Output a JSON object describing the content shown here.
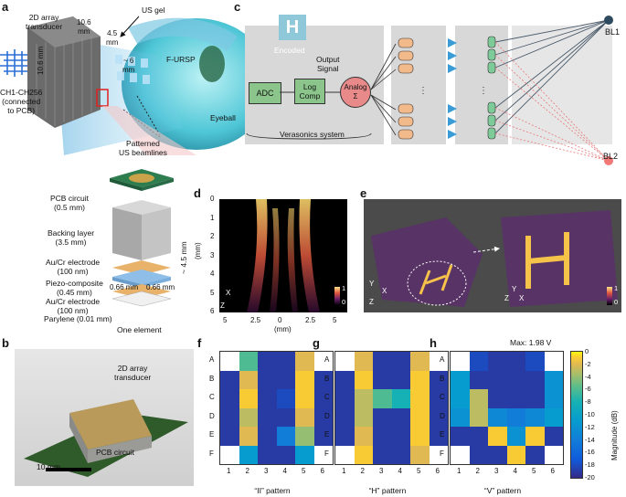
{
  "panels": {
    "a": {
      "letter": "a",
      "labels": {
        "transducer": "2D array\ntransducer",
        "dim1": "10.6\nmm",
        "dim2": "4.5\nmm",
        "dim3": "10.6 mm",
        "usgel": "US gel",
        "furp": "F-URSP",
        "dim4": "~ 6\nmm",
        "channels": "CH1-CH256\n(connected\nto PCB)",
        "eyeball": "Eyeball",
        "beamlines": "Patterned\nUS beamlines"
      },
      "layers": [
        "PCB circuit\n(0.5 mm)",
        "Backing layer\n(3.5 mm)",
        "Au/Cr electrode\n(100 nm)",
        "Piezo-composite\n(0.45 mm)",
        "Au/Cr electrode\n(100 nm)",
        "Parylene (0.01 mm)"
      ],
      "height_label": "~ 4.5 mm",
      "pitch1": "0.66 mm",
      "pitch2": "0.66 mm",
      "element_label": "One element"
    },
    "b": {
      "letter": "b",
      "transducer": "2D array\ntransducer",
      "pcb": "PCB circuit",
      "scale": "10 mm"
    },
    "c": {
      "letter": "c",
      "encoded": "Encoded",
      "adc": "ADC",
      "logcomp": "Log\nComp",
      "analog": "Analog\nΣ",
      "output": "Output\nSignal",
      "verasonics": "Verasonics system",
      "bl1": "BL1",
      "bl2": "BL2",
      "icon_letter": "H"
    },
    "d": {
      "letter": "d",
      "y_ticks": [
        "0",
        "1",
        "2",
        "3",
        "4",
        "5",
        "6"
      ],
      "x_ticks": [
        "5",
        "2.5",
        "0",
        "2.5",
        "5"
      ],
      "ylabel": "(mm)",
      "xlabel": "(mm)",
      "axis_x": "X",
      "axis_z": "Z",
      "cbar_max": "1",
      "cbar_min": "0"
    },
    "e": {
      "letter": "e",
      "axes_left": [
        "Y",
        "X",
        "Z"
      ],
      "axes_right": [
        "Z",
        "X",
        "Y"
      ],
      "cbar_max": "1",
      "cbar_min": "0"
    },
    "f": {
      "letter": "f",
      "caption": "“II” pattern"
    },
    "g": {
      "letter": "g",
      "caption": "“H” pattern"
    },
    "h": {
      "letter": "h",
      "caption": "“V” pattern",
      "max_label": "Max: 1.98 V"
    }
  },
  "heatmap": {
    "rows": [
      "A",
      "B",
      "C",
      "D",
      "E",
      "F"
    ],
    "cols": [
      "1",
      "2",
      "3",
      "4",
      "5",
      "6"
    ],
    "colorbar_title": "Magnitude (dB)",
    "colorbar_ticks": [
      "0",
      "-2",
      "-4",
      "-6",
      "-8",
      "-10",
      "-12",
      "-14",
      "-16",
      "-18",
      "-20"
    ]
  },
  "chart_data": [
    {
      "type": "heatmap",
      "name": "“II” pattern",
      "rows": [
        "A",
        "B",
        "C",
        "D",
        "E",
        "F"
      ],
      "cols": [
        "1",
        "2",
        "3",
        "4",
        "5",
        "6"
      ],
      "values_db": [
        [
          null,
          -6,
          -19,
          -19,
          -2,
          null
        ],
        [
          -19,
          -2,
          -19,
          -19,
          -1,
          -19
        ],
        [
          -19,
          -1,
          -19,
          -18,
          -1,
          -19
        ],
        [
          -19,
          -3,
          -19,
          -19,
          -2,
          -19
        ],
        [
          -19,
          -2,
          -19,
          -14,
          -4,
          -19
        ],
        [
          null,
          -11,
          -19,
          -19,
          -11,
          null
        ]
      ],
      "clim": [
        -20,
        0
      ]
    },
    {
      "type": "heatmap",
      "name": "“H” pattern",
      "rows": [
        "A",
        "B",
        "C",
        "D",
        "E",
        "F"
      ],
      "cols": [
        "1",
        "2",
        "3",
        "4",
        "5",
        "6"
      ],
      "values_db": [
        [
          null,
          -2,
          -19,
          -19,
          -2,
          null
        ],
        [
          -19,
          -1,
          -19,
          -19,
          -1,
          -19
        ],
        [
          -19,
          -3,
          -6,
          -8,
          -1,
          -19
        ],
        [
          -19,
          -3,
          -19,
          -19,
          -1,
          -19
        ],
        [
          -19,
          -2,
          -19,
          -19,
          -1,
          -19
        ],
        [
          null,
          -1,
          -19,
          -19,
          -2,
          null
        ]
      ],
      "clim": [
        -20,
        0
      ]
    },
    {
      "type": "heatmap",
      "name": "“V” pattern",
      "rows": [
        "A",
        "B",
        "C",
        "D",
        "E",
        "F"
      ],
      "cols": [
        "1",
        "2",
        "3",
        "4",
        "5",
        "6"
      ],
      "values_db": [
        [
          null,
          -18,
          -19,
          -19,
          -18,
          null
        ],
        [
          -11,
          -19,
          -19,
          -19,
          -19,
          -12
        ],
        [
          -11,
          -3,
          -19,
          -19,
          -19,
          -12
        ],
        [
          -12,
          -3,
          -13,
          -14,
          -13,
          -11
        ],
        [
          -19,
          -19,
          -1,
          -12,
          -1,
          -19
        ],
        [
          null,
          -19,
          -19,
          -1,
          -19,
          null
        ]
      ],
      "clim": [
        -20,
        0
      ],
      "max": "Max: 1.98 V"
    }
  ]
}
